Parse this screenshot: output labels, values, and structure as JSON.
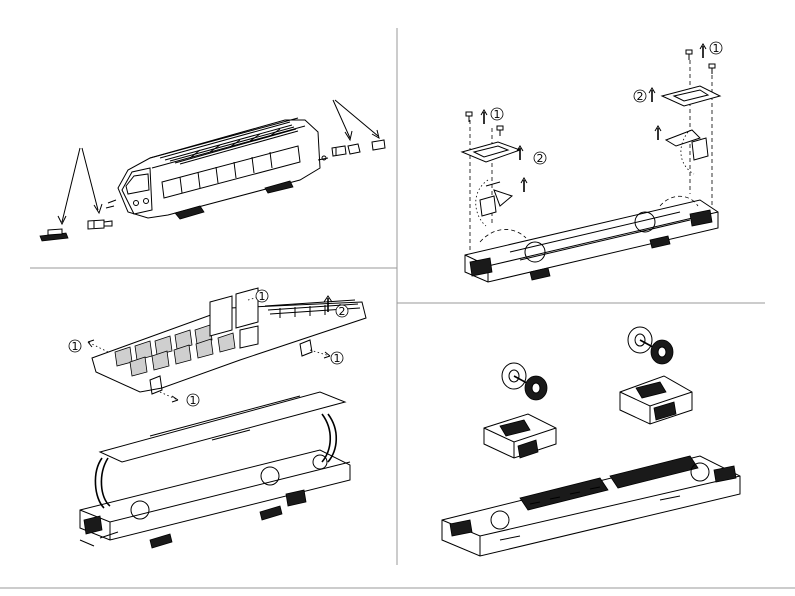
{
  "panels": [
    {
      "id": "panel-1",
      "description_hidden": true
    },
    {
      "id": "panel-2"
    },
    {
      "id": "panel-3"
    },
    {
      "id": "panel-4"
    }
  ],
  "callouts": {
    "one": "1",
    "two": "2"
  },
  "colors": {
    "line": "#000000",
    "divider": "#9a9a9a",
    "background": "#ffffff",
    "shade": "#cfcfcf"
  }
}
